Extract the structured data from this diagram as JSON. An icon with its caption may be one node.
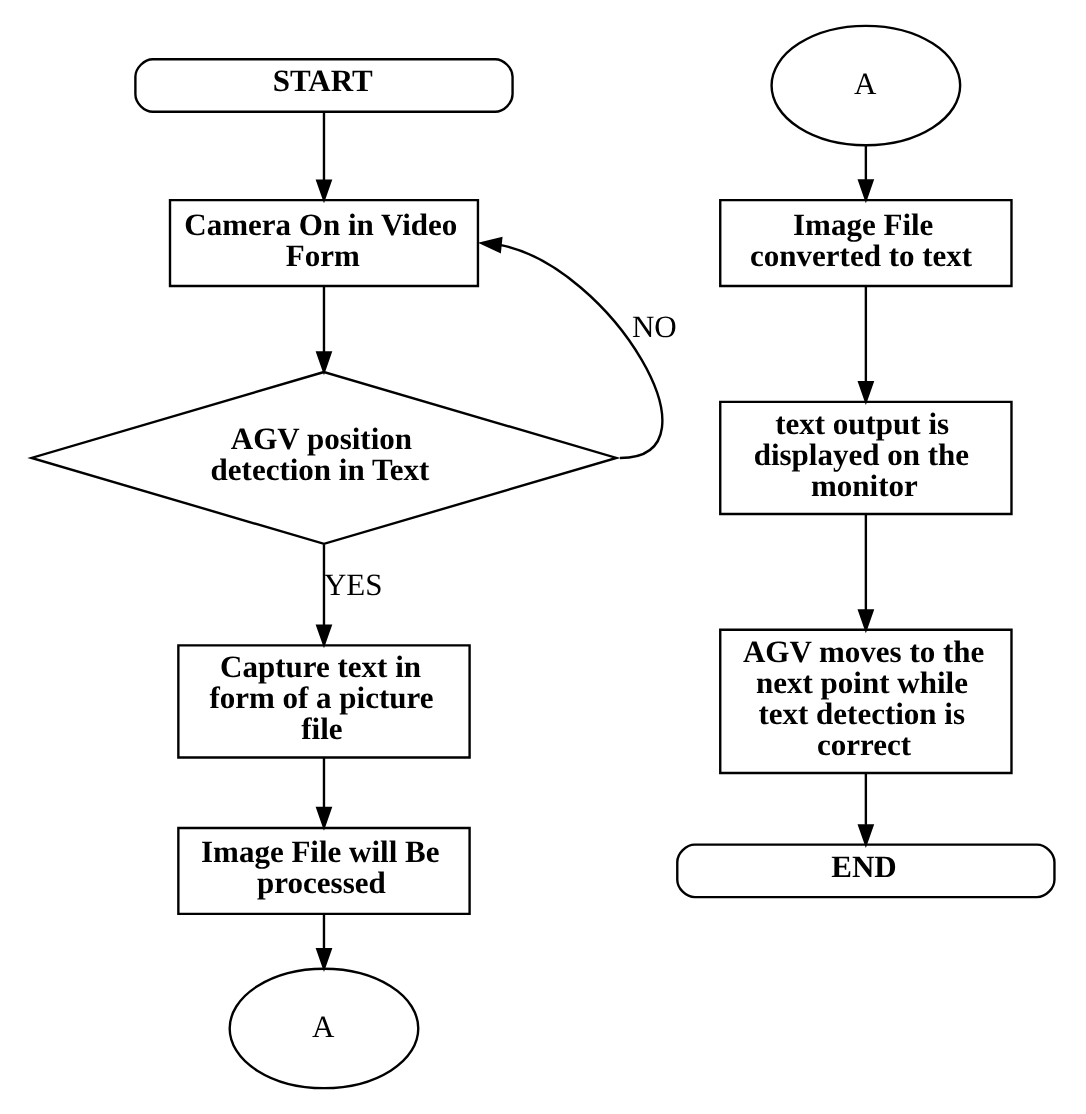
{
  "diagram": {
    "nodes": [
      {
        "text": [
          "START"
        ]
      },
      {
        "text": [
          "Camera On in Video Form"
        ]
      },
      {
        "text": [
          "AGV position detection in Text"
        ]
      },
      {
        "text": [
          "Capture text in form of a picture file"
        ]
      },
      {
        "text": [
          "Image File will Be processed"
        ]
      },
      {
        "text": [
          "A"
        ]
      },
      {
        "text": [
          "A"
        ]
      },
      {
        "text": [
          "Image File converted to text"
        ]
      },
      {
        "text": [
          "text output is displayed on the monitor"
        ]
      },
      {
        "text": [
          "AGV moves to the next point while text detection is correct"
        ]
      },
      {
        "text": [
          "END"
        ]
      }
    ],
    "edges": [
      {
        "from": 0,
        "to": 1,
        "arrow": "to"
      },
      {
        "from": 1,
        "to": 2,
        "arrow": "to"
      },
      {
        "from": 2,
        "to": 1,
        "arrow": "to",
        "label": "NO"
      },
      {
        "from": 2,
        "to": 3,
        "arrow": "to",
        "label": "YES"
      },
      {
        "from": 3,
        "to": 4,
        "arrow": "to"
      },
      {
        "from": 4,
        "to": 5,
        "arrow": "to"
      },
      {
        "from": 6,
        "to": 7,
        "arrow": "to"
      },
      {
        "from": 7,
        "to": 8,
        "arrow": "to"
      },
      {
        "from": 8,
        "to": 9,
        "arrow": "to"
      },
      {
        "from": 9,
        "to": 10,
        "arrow": "to"
      }
    ]
  }
}
